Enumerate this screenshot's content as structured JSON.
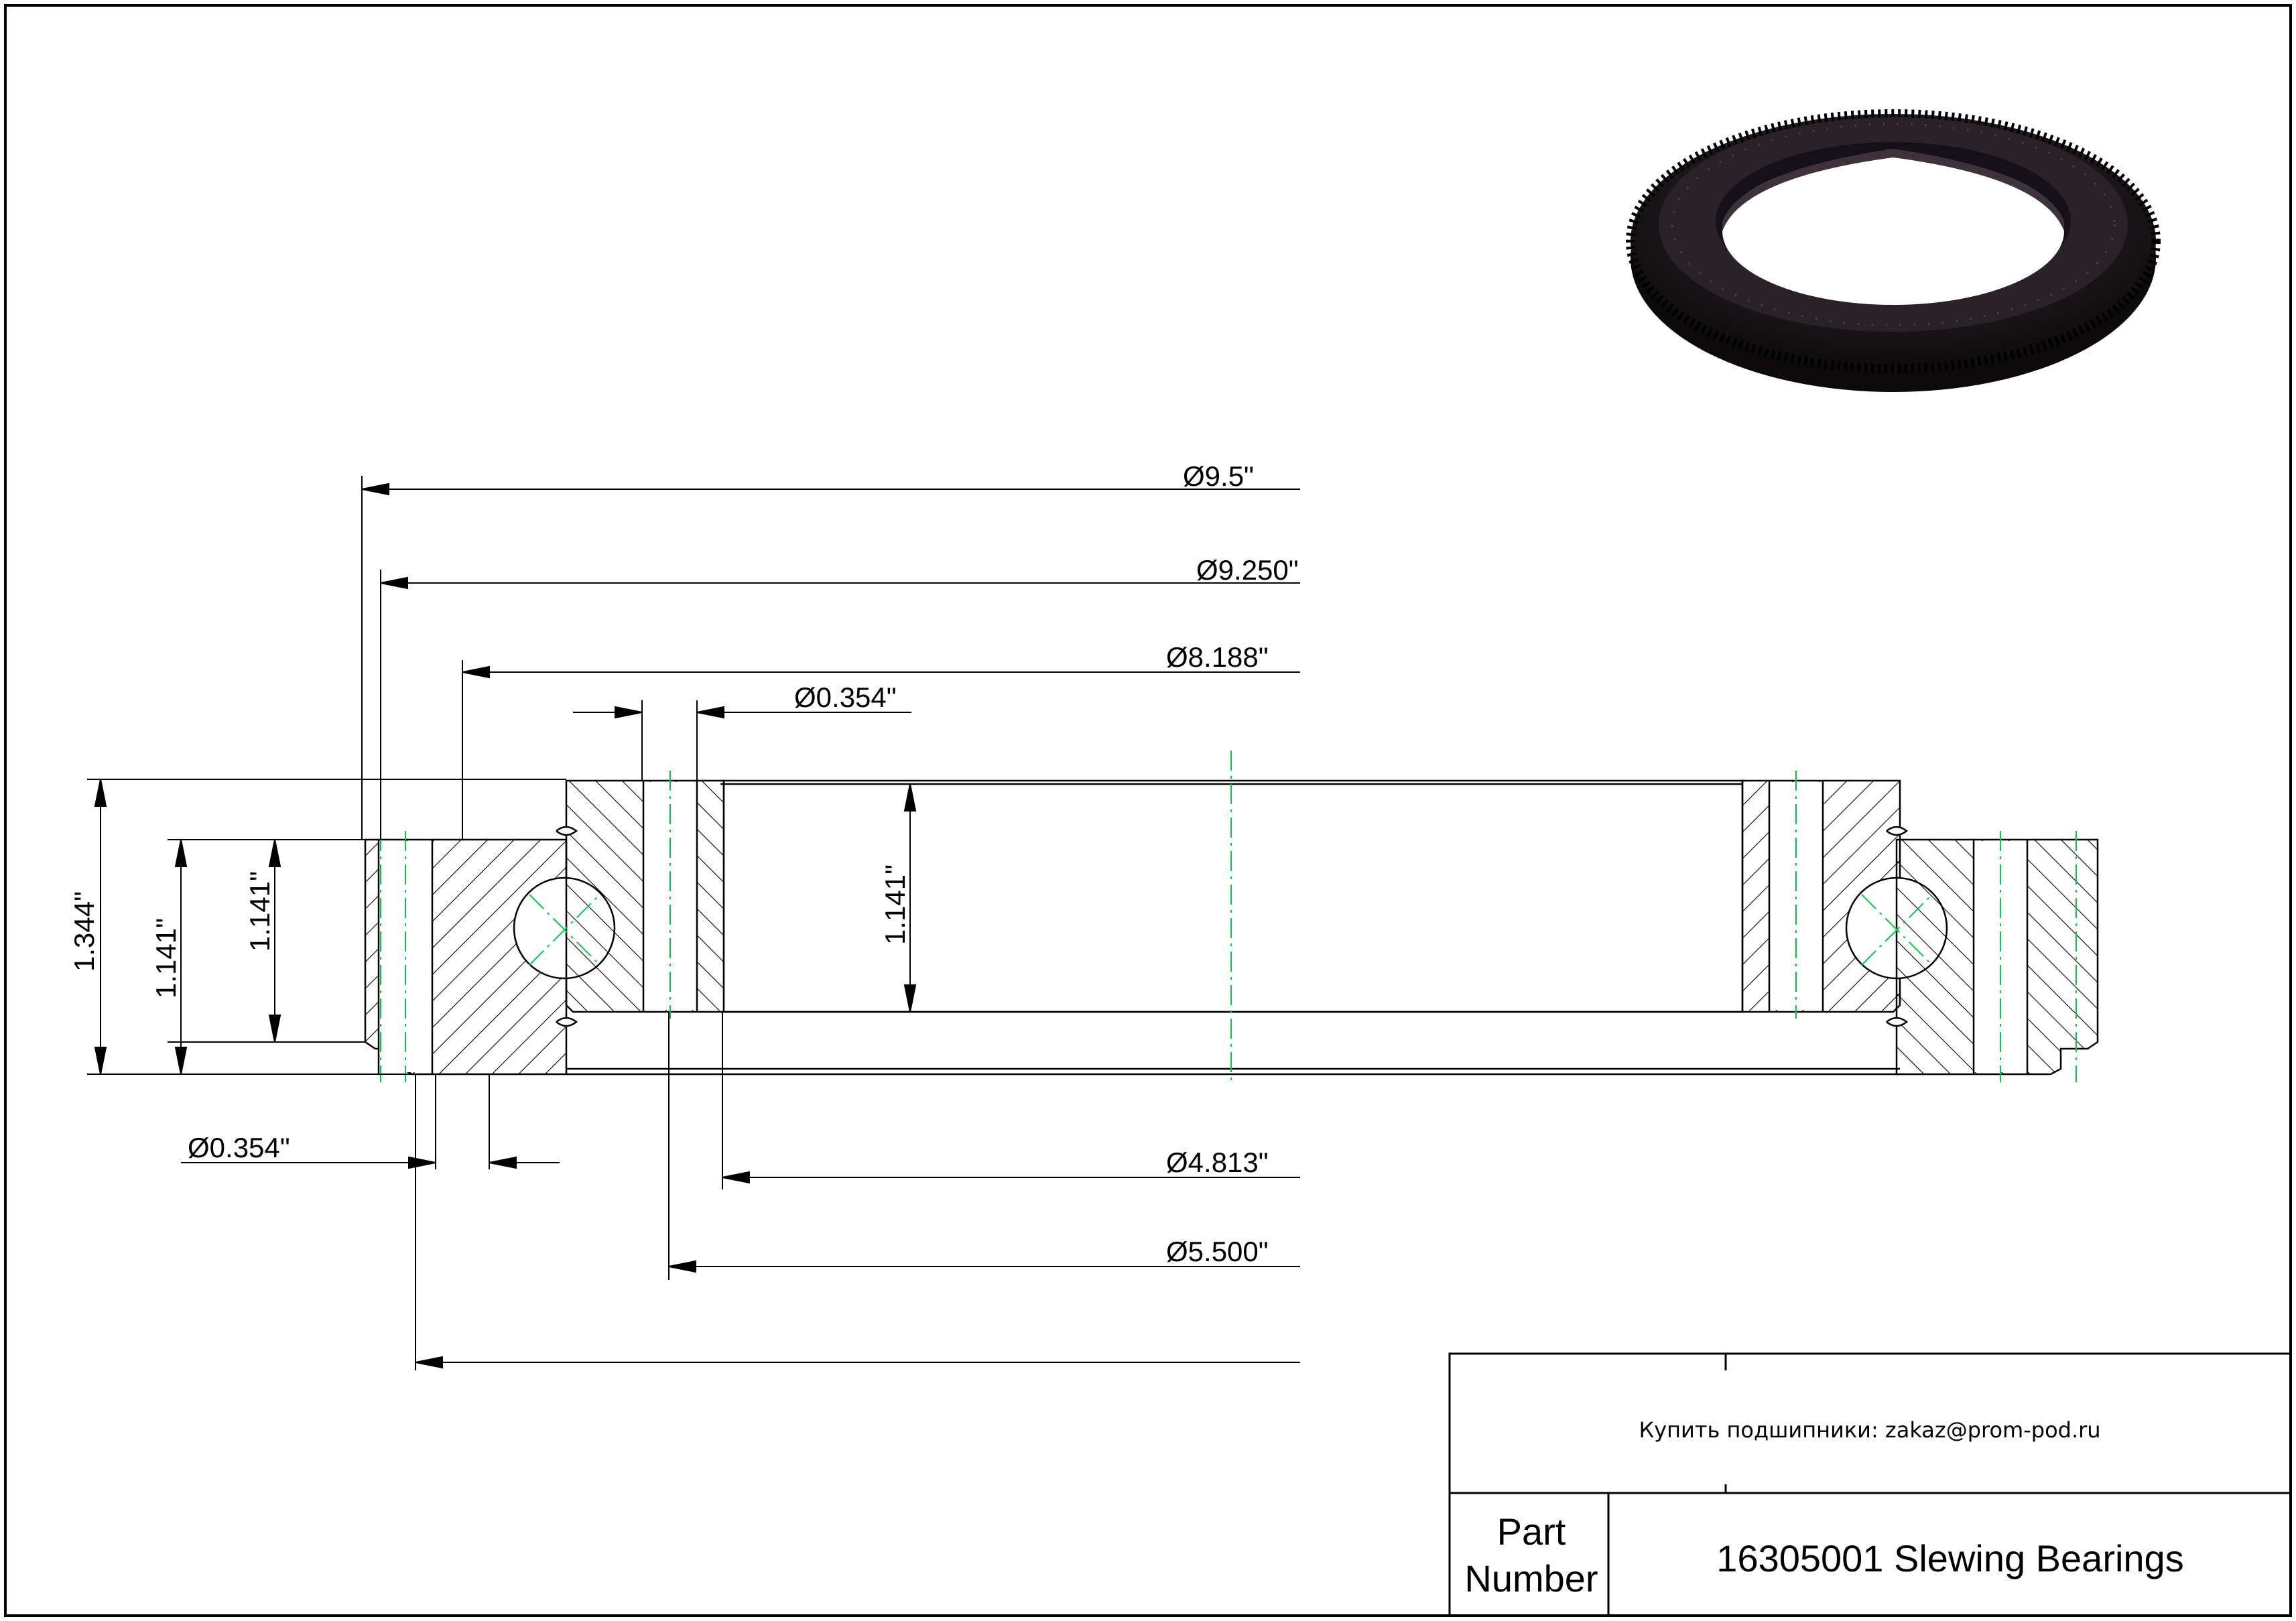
{
  "drawing": {
    "dimensions": {
      "outer_diameter": "Ø9.5\"",
      "pitch_diameter": "Ø9.250\"",
      "bolt_circle_outer": "Ø8.188\"",
      "hole_top": "Ø0.354\"",
      "hole_bottom": "Ø0.354\"",
      "inner_diameter": "Ø4.813\"",
      "bolt_circle_inner": "Ø5.500\"",
      "total_height": "1.344\"",
      "height_left": "1.141\"",
      "height_mid_left": "1.141\"",
      "height_center": "1.141\""
    },
    "colors": {
      "line": "#000000",
      "center_line": "#00cc44",
      "ring_render": "#1a1418"
    }
  },
  "title_block": {
    "email_line": "Купить подшипники: zakaz@prom-pod.ru",
    "part_label_line1": "Part",
    "part_label_line2": "Number",
    "part_number": "16305001 Slewing  Bearings"
  }
}
